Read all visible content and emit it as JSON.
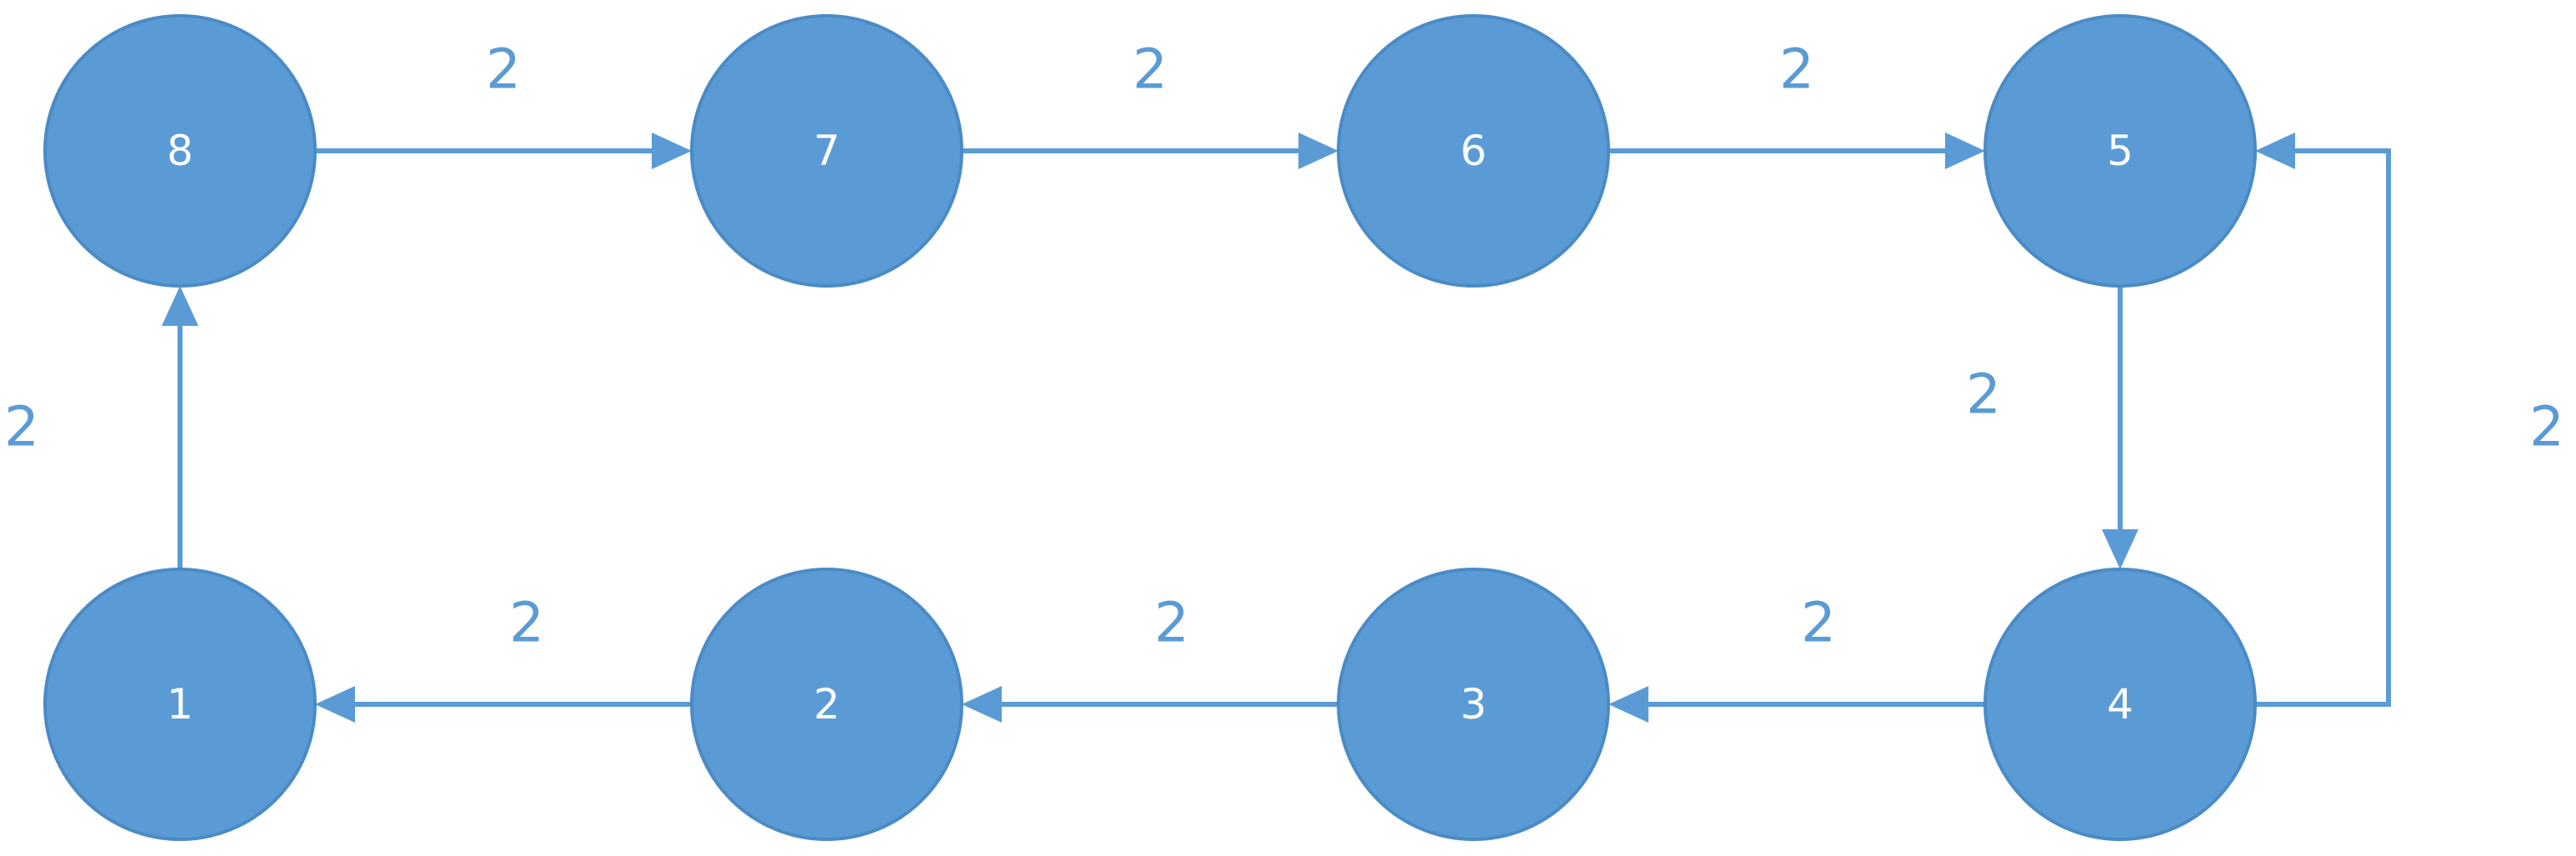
{
  "colors": {
    "node_fill": "#5b9bd5",
    "node_stroke": "#4a8bc6",
    "edge": "#5b9bd5",
    "label_text": "#5b9bd5",
    "node_text": "#ffffff"
  },
  "nodes": [
    {
      "id": "8",
      "label": "8"
    },
    {
      "id": "7",
      "label": "7"
    },
    {
      "id": "6",
      "label": "6"
    },
    {
      "id": "5",
      "label": "5"
    },
    {
      "id": "1",
      "label": "1"
    },
    {
      "id": "2",
      "label": "2"
    },
    {
      "id": "3",
      "label": "3"
    },
    {
      "id": "4",
      "label": "4"
    }
  ],
  "edges": [
    {
      "from": "8",
      "to": "7",
      "weight": "2"
    },
    {
      "from": "7",
      "to": "6",
      "weight": "2"
    },
    {
      "from": "6",
      "to": "5",
      "weight": "2"
    },
    {
      "from": "5",
      "to": "4",
      "weight": "2"
    },
    {
      "from": "4",
      "to": "5",
      "weight": "2"
    },
    {
      "from": "4",
      "to": "3",
      "weight": "2"
    },
    {
      "from": "3",
      "to": "2",
      "weight": "2"
    },
    {
      "from": "2",
      "to": "1",
      "weight": "2"
    },
    {
      "from": "1",
      "to": "8",
      "weight": "2"
    }
  ]
}
